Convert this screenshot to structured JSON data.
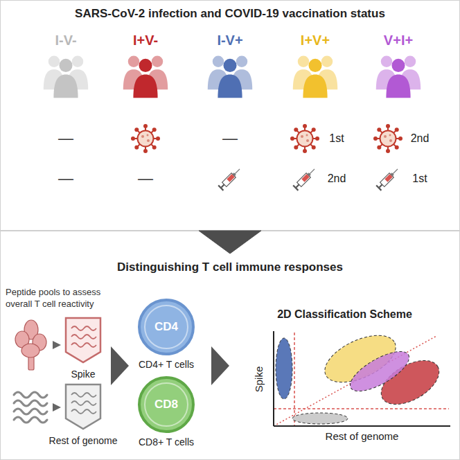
{
  "diagram": {
    "nodes": [
      {
        "text": [
          "SARS-CoV-2 infection and COVID-19 vaccination status"
        ]
      },
      {
        "text": [
          "Distinguishing T cell immune responses"
        ]
      },
      {
        "text": [
          "Spike"
        ],
        "in": 1
      },
      {
        "text": [
          "Rest of genome"
        ],
        "in": 1
      },
      {
        "text": [
          "CD4",
          "CD4+ T cells"
        ],
        "in": 1
      },
      {
        "text": [
          "CD8",
          "CD8+ T cells"
        ],
        "in": 1
      },
      {
        "text": [
          "2D Classification Scheme",
          "Spike",
          "Rest of genome"
        ],
        "in": 1
      }
    ],
    "edges": [
      {
        "from": 0,
        "to": 1,
        "arrow": "to"
      }
    ],
    "labels": [
      "I-V-",
      "I+V-",
      "I-V+",
      "I+V+",
      "V+I+",
      "—",
      "—",
      "1st",
      "2nd",
      "—",
      "—",
      "2nd",
      "1st",
      "Peptide pools to assess overall T cell reactivity"
    ]
  }
}
